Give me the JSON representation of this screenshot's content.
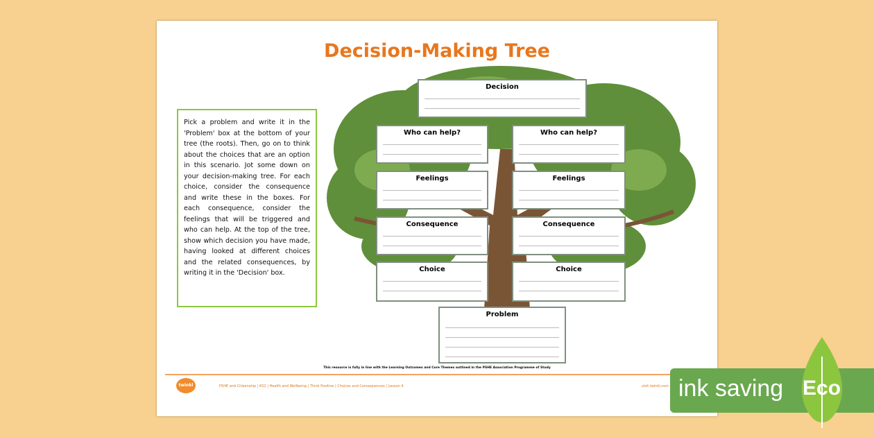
{
  "title": "Decision-Making Tree",
  "instructions": "Pick a problem and write it in the 'Problem' box at the bottom of your tree (the roots). Then, go on to think about the choices that are an option in this scenario. Jot some down on your decision-making tree. For each choice, consider the consequence and write these in the boxes. For each consequence, consider the feelings that will be triggered and who can help. At the top of the tree, show which decision you have made, having looked at different choices and the related consequences, by writing it in the 'Decision' box.",
  "boxes": {
    "decision": "Decision",
    "who_left": "Who can help?",
    "who_right": "Who can help?",
    "feel_left": "Feelings",
    "feel_right": "Feelings",
    "cons_left": "Consequence",
    "cons_right": "Consequence",
    "choice_left": "Choice",
    "choice_right": "Choice",
    "problem": "Problem"
  },
  "footer": {
    "note": "This resource is fully in line with the Learning Outcomes and Core Themes outlined in the PSHE Association Programme of Study",
    "logo": "twinkl",
    "breadcrumb": "PSHE and Citizenship | KS2 | Health and Wellbeing | Think Positive | Choices and Consequences | Lesson 4",
    "site": "visit twinkl.com"
  },
  "badge": {
    "label": "ink saving",
    "eco": "Eco",
    "color": "#6aa84f"
  },
  "colors": {
    "title": "#e8771e",
    "border": "#8cc63f",
    "background": "#f8d08f"
  }
}
